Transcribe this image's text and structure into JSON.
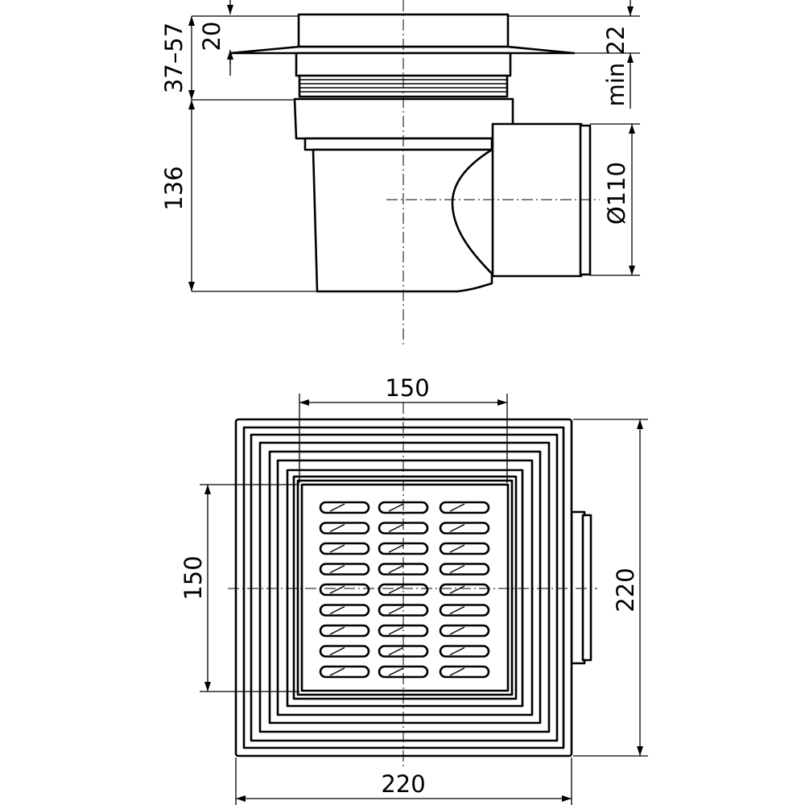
{
  "side_view": {
    "dim_top_range": "37–57",
    "dim_grate": "20",
    "dim_min": "min 22",
    "dim_body_height": "136",
    "dim_outlet_diameter": "Ø110"
  },
  "top_view": {
    "dim_grate_width": "150",
    "dim_grate_height": "150",
    "dim_body_width": "220",
    "dim_body_height": "220"
  }
}
